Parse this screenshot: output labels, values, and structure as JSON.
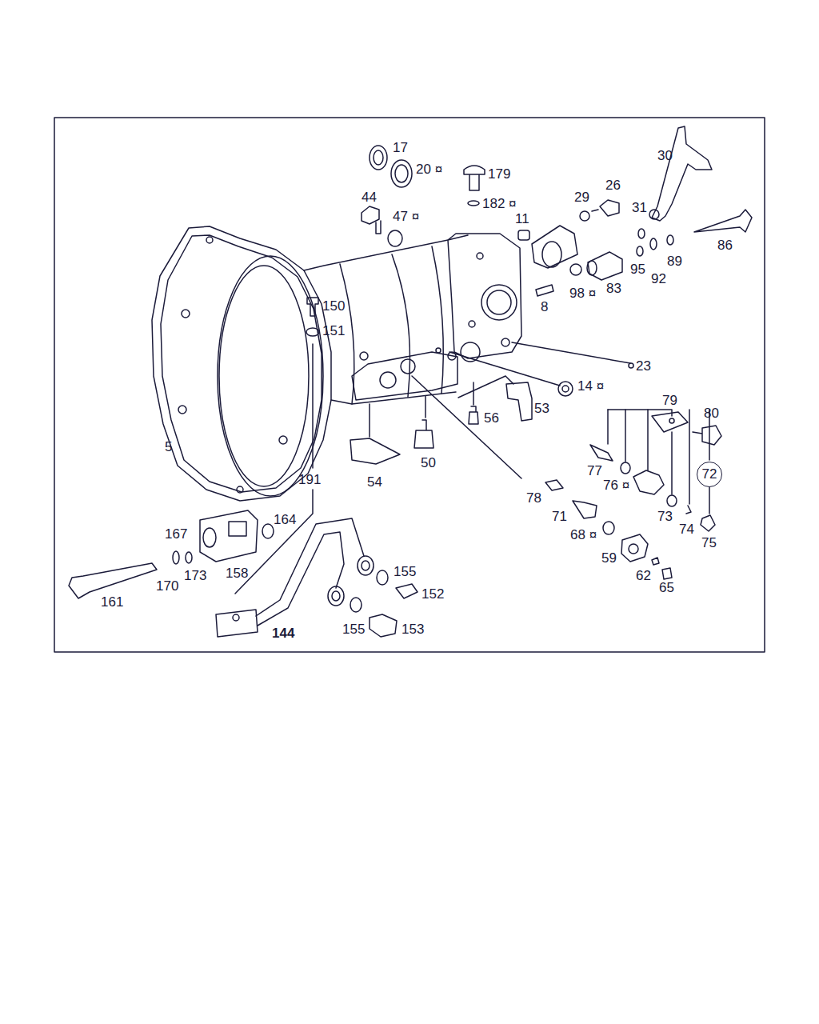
{
  "diagram": {
    "nodes": [
      {
        "text": [
          "72"
        ]
      }
    ],
    "labels": [
      "17",
      "20 ¤",
      "179",
      "30",
      "182 ¤",
      "26",
      "29",
      "44",
      "47 ¤",
      "11",
      "31",
      "86",
      "95",
      "89",
      "92",
      "98 ¤",
      "83",
      "8",
      "150",
      "151",
      "23",
      "14 ¤",
      "56",
      "53",
      "79",
      "80",
      "5",
      "50",
      "54",
      "191",
      "77",
      "76 ¤",
      "73",
      "74",
      "75",
      "78",
      "71",
      "68 ¤",
      "59",
      "62",
      "65",
      "167",
      "164",
      "158",
      "173",
      "170",
      "161",
      "155",
      "152",
      "144",
      "155",
      "153"
    ]
  }
}
